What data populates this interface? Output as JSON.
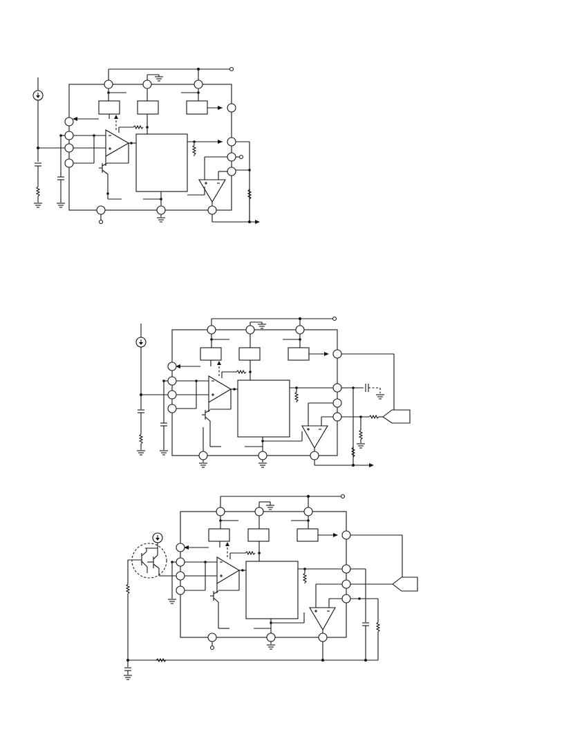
{
  "figures": [
    {
      "name": "circuit-diagram-1",
      "labels": []
    },
    {
      "name": "circuit-diagram-2",
      "labels": []
    },
    {
      "name": "circuit-diagram-3",
      "labels": []
    }
  ]
}
